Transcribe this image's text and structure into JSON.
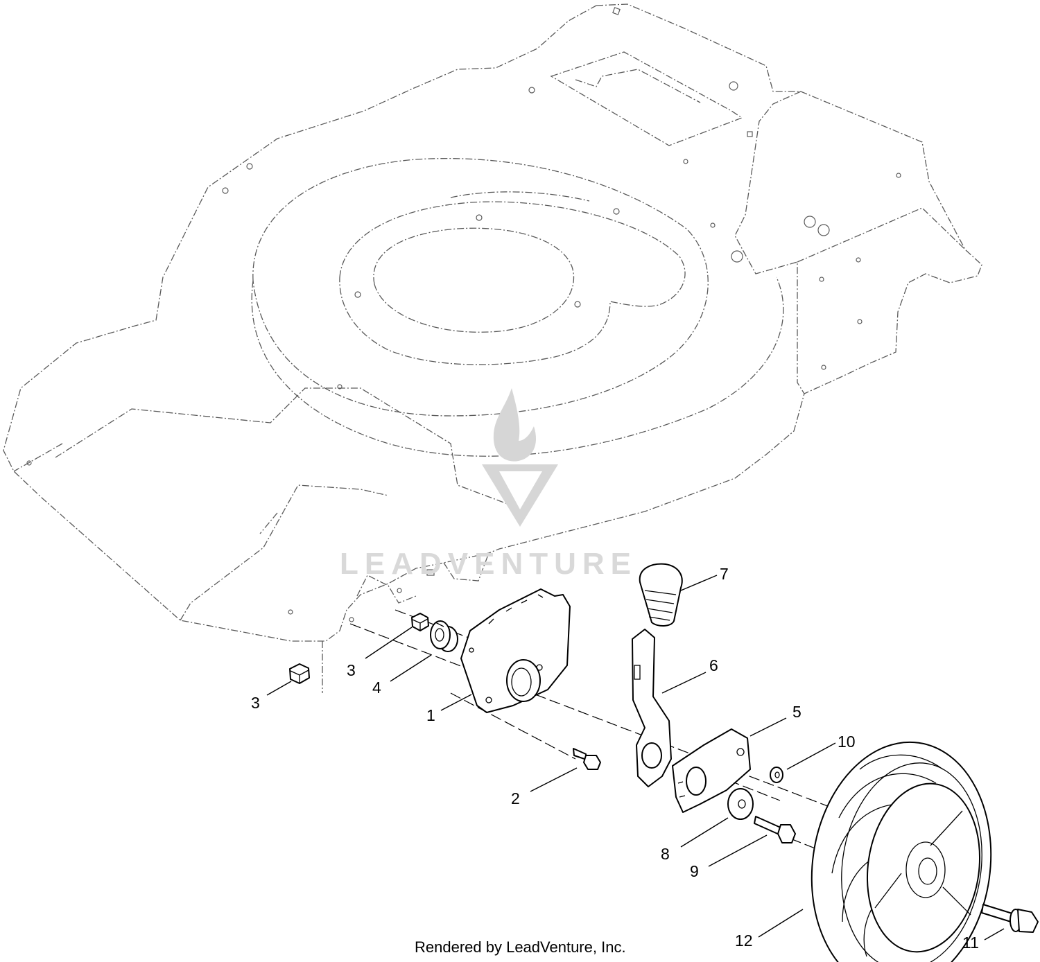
{
  "diagram": {
    "callouts": [
      {
        "id": "c1",
        "text": "1"
      },
      {
        "id": "c2",
        "text": "2"
      },
      {
        "id": "c3a",
        "text": "3"
      },
      {
        "id": "c3b",
        "text": "3"
      },
      {
        "id": "c4",
        "text": "4"
      },
      {
        "id": "c5",
        "text": "5"
      },
      {
        "id": "c6",
        "text": "6"
      },
      {
        "id": "c7",
        "text": "7"
      },
      {
        "id": "c8",
        "text": "8"
      },
      {
        "id": "c9",
        "text": "9"
      },
      {
        "id": "c10",
        "text": "10"
      },
      {
        "id": "c11",
        "text": "11"
      },
      {
        "id": "c12",
        "text": "12"
      }
    ],
    "footer": "Rendered by LeadVenture, Inc.",
    "watermark": "LEADVENTURE"
  }
}
